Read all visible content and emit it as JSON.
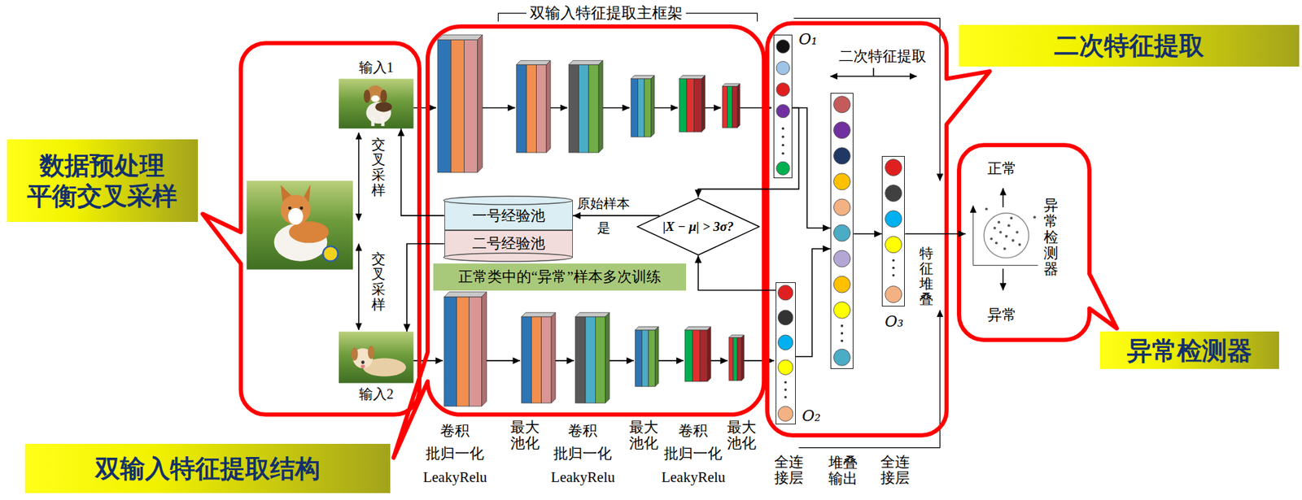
{
  "diagram": {
    "nodes": [
      {
        "text": [
          "数据预处理 平衡交叉采样"
        ]
      },
      {
        "text": [
          "输入1"
        ]
      },
      {
        "text": [
          "输入2"
        ]
      },
      {
        "text": [
          "一号经验池"
        ]
      },
      {
        "text": [
          "二号经验池"
        ]
      },
      {
        "text": [
          "正常类中的“异常”样本多次训练"
        ]
      },
      {
        "text": [
          "|X − μ| > 3σ?"
        ]
      },
      {
        "text": [
          "O₁"
        ]
      },
      {
        "text": [
          "O₂"
        ]
      },
      {
        "text": [
          "堆叠输出"
        ]
      },
      {
        "text": [
          "O₃"
        ]
      },
      {
        "text": [
          "正常",
          "异常检测器",
          "异常"
        ]
      },
      {
        "text": [
          "二次特征提取"
        ]
      },
      {
        "text": [
          "异常检测器"
        ]
      },
      {
        "text": [
          "双输入特征提取结构"
        ]
      }
    ],
    "edges": [
      {
        "from": 7,
        "to": 6,
        "arrow": "to"
      },
      {
        "from": 7,
        "to": 9,
        "arrow": "to"
      },
      {
        "from": 8,
        "to": 6,
        "arrow": "to"
      },
      {
        "from": 8,
        "to": 9,
        "arrow": "to"
      },
      {
        "from": 9,
        "to": 10,
        "arrow": "to"
      },
      {
        "from": 10,
        "to": 11,
        "arrow": "to"
      },
      {
        "from": 6,
        "to": 3,
        "arrow": "to"
      },
      {
        "from": 3,
        "to": 1,
        "arrow": "to"
      },
      {
        "from": 4,
        "to": 2,
        "arrow": "to"
      }
    ],
    "labels": [
      "双输入特征提取主框架",
      "交叉采样",
      "交叉采样",
      "原始样本",
      "是",
      "二次特征提取",
      "特征堆叠",
      "卷积",
      "批归一化",
      "LeakyRelu",
      "最大池化",
      "卷积",
      "批归一化",
      "LeakyRelu",
      "最大池化",
      "卷积",
      "批归一化",
      "LeakyRelu",
      "最大池化",
      "全连接层",
      "全连接层"
    ]
  }
}
